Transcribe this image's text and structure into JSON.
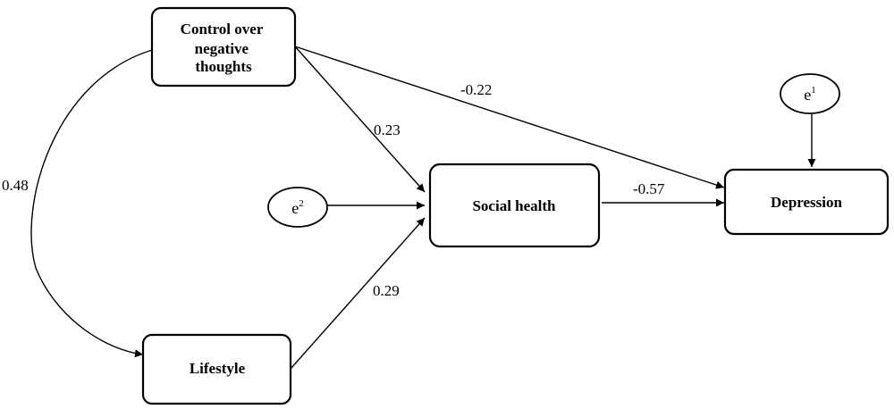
{
  "nodes": {
    "control": {
      "lines": [
        "Control over",
        "negative",
        "thoughts"
      ]
    },
    "lifestyle": {
      "label": "Lifestyle"
    },
    "social": {
      "label": "Social health"
    },
    "depression": {
      "label": "Depression"
    }
  },
  "errors": {
    "e2": {
      "base": "e",
      "sup": "2"
    },
    "e1": {
      "base": "e",
      "sup": "1"
    }
  },
  "paths": {
    "control_lifestyle_cov": "0.48",
    "control_to_depression": "-0.22",
    "control_to_social": "0.23",
    "lifestyle_to_social": "0.29",
    "social_to_depression": "-0.57"
  }
}
